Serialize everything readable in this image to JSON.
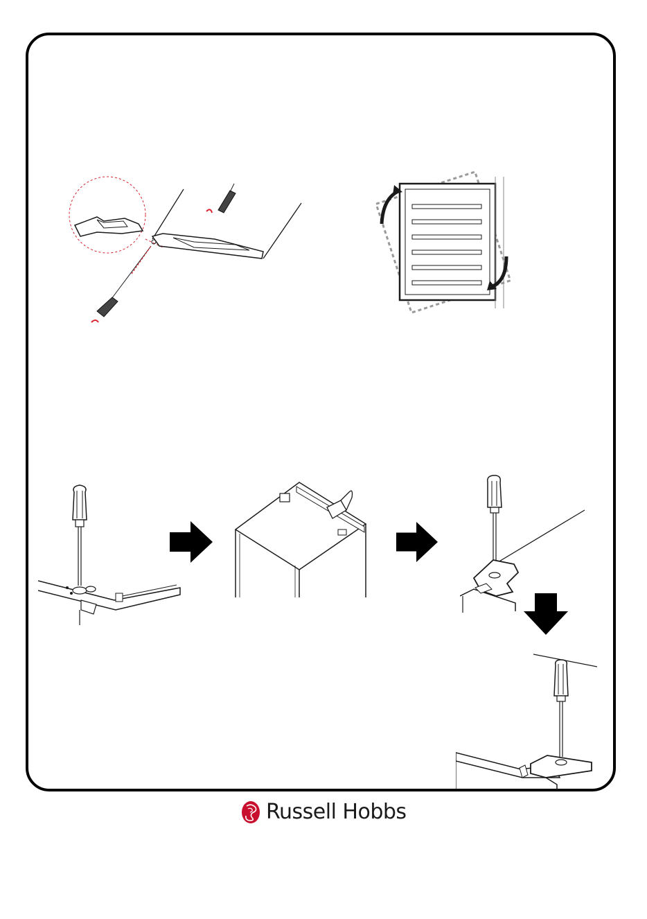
{
  "footer": {
    "brand_name": "Russell Hobbs",
    "logo": "russell-hobbs-logo",
    "brand_color": "#c8102e"
  },
  "colors": {
    "line": "#1a1a1a",
    "accent": "#d9232e",
    "dashed_outline": "#9a9a9a"
  },
  "illustrations": [
    "hinge-cover-removal",
    "door-reversal-rotation",
    "hinge-screw-step",
    "cabinet-top-hinge",
    "hinge-bracket-screw",
    "hinge-bracket-fixed"
  ],
  "arrows": [
    "right-arrow-icon",
    "right-arrow-icon",
    "down-arrow-icon"
  ]
}
